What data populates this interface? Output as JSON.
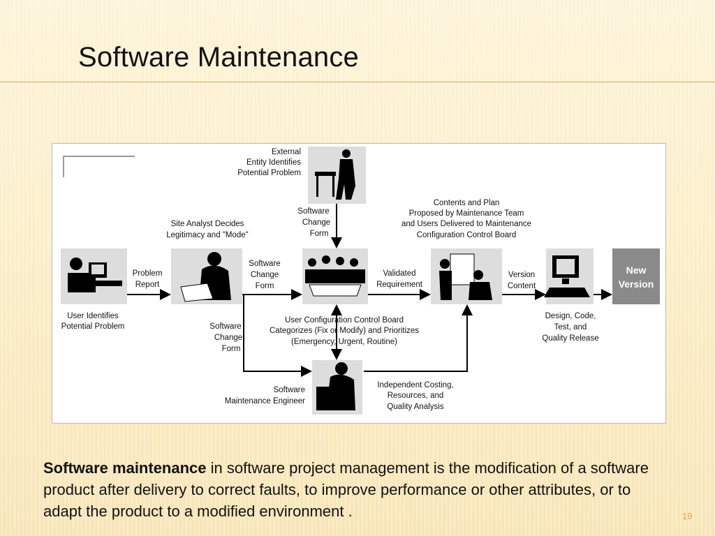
{
  "slide": {
    "title": "Software Maintenance",
    "page_number": "19"
  },
  "description": {
    "bold": "Software maintenance",
    "rest": " in software project management is the modification of a software product after delivery to correct faults, to improve performance or other attributes, or to adapt the product to a modified environment ."
  },
  "diagram": {
    "labels": {
      "external": [
        "External",
        "Entity Identifies",
        "Potential Problem"
      ],
      "site_analyst": [
        "Site Analyst Decides",
        "Legitimacy and \"Mode\""
      ],
      "scf_top": [
        "Software",
        "Change",
        "Form"
      ],
      "contents_plan": [
        "Contents and Plan",
        "Proposed by Maintenance Team",
        "and Users Delivered to Maintenance",
        "Configuration Control Board"
      ],
      "problem_report": [
        "Problem",
        "Report"
      ],
      "scf_mid": [
        "Software",
        "Change",
        "Form"
      ],
      "validated": [
        "Validated",
        "Requirement"
      ],
      "version_content": [
        "Version",
        "Content"
      ],
      "new_version": [
        "New",
        "Version"
      ],
      "user_identifies": [
        "User Identifies",
        "Potential Problem"
      ],
      "scf_low": [
        "Software",
        "Change",
        "Form"
      ],
      "uccb": [
        "User Configuration Control Board",
        "Categorizes (Fix or Modify) and Prioritizes",
        "(Emergency, Urgent, Routine)"
      ],
      "design": [
        "Design, Code,",
        "Test, and",
        "Quality Release"
      ],
      "engineer": [
        "Software",
        "Maintenance Engineer"
      ],
      "costing": [
        "Independent  Costing,",
        "Resources, and",
        "Quality Analysis"
      ]
    }
  }
}
